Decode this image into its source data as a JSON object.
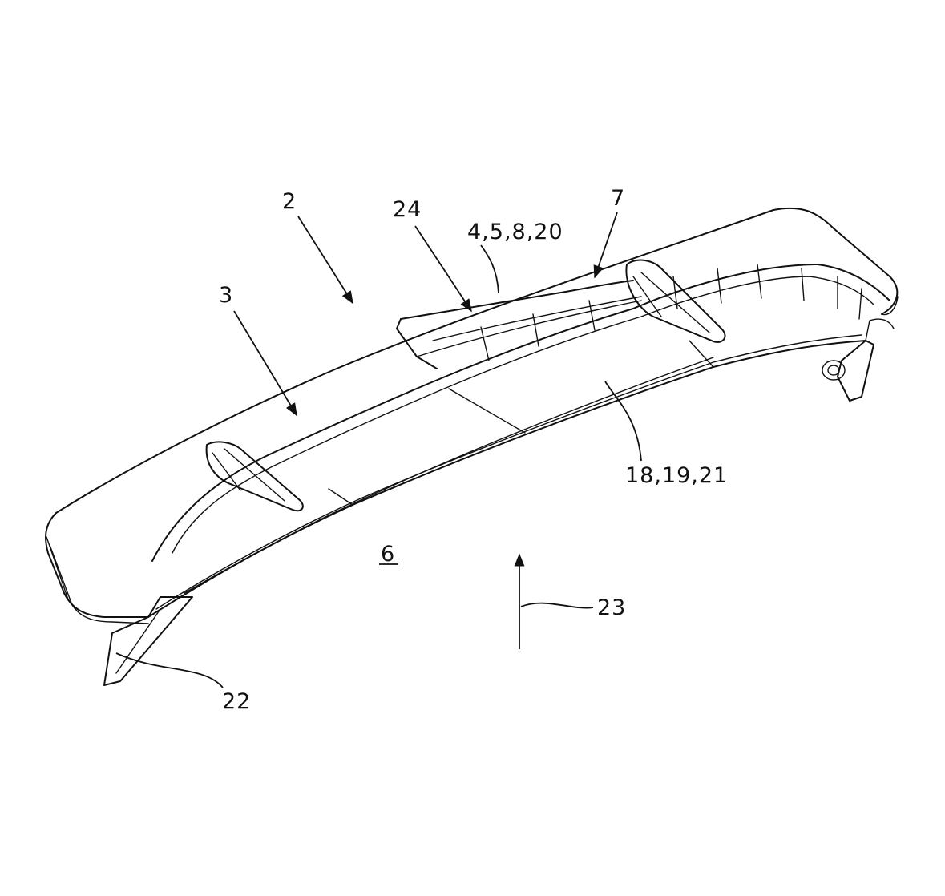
{
  "labels": {
    "l2": "2",
    "l3": "3",
    "l24": "24",
    "l4_5_8_20": "4,5,8,20",
    "l7": "7",
    "l18_19_21": "18,19,21",
    "l6": "6",
    "l23": "23",
    "l22": "22"
  }
}
